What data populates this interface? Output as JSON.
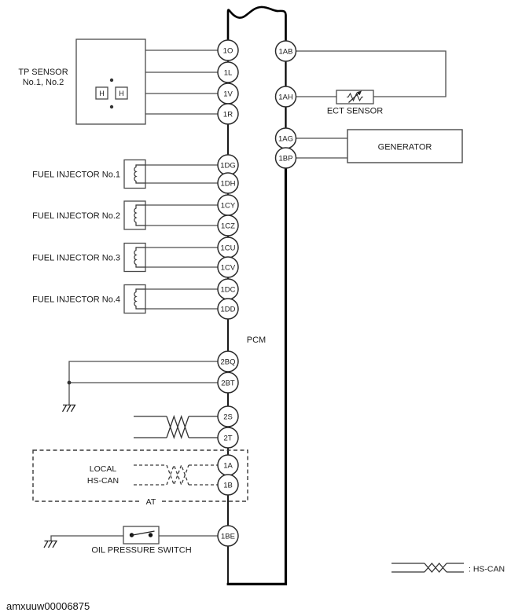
{
  "figure_id": "amxuuw00006875",
  "pcm_label": "PCM",
  "left_pins": [
    "1O",
    "1L",
    "1V",
    "1R",
    "1DG",
    "1DH",
    "1CY",
    "1CZ",
    "1CU",
    "1CV",
    "1DC",
    "1DD",
    "2BQ",
    "2BT",
    "2S",
    "2T",
    "1A",
    "1B",
    "1BE"
  ],
  "right_pins": [
    "1AB",
    "1AH",
    "1AG",
    "1BP"
  ],
  "components": {
    "tp_sensor": {
      "label_line1": "TP SENSOR",
      "label_line2": "No.1, No.2",
      "element": "H"
    },
    "fuel_injector_1": "FUEL INJECTOR No.1",
    "fuel_injector_2": "FUEL INJECTOR No.2",
    "fuel_injector_3": "FUEL INJECTOR No.3",
    "fuel_injector_4": "FUEL INJECTOR No.4",
    "ect_sensor": "ECT SENSOR",
    "generator": "GENERATOR",
    "local_hs_can": {
      "line1": "LOCAL",
      "line2": "HS-CAN",
      "transmission": "AT"
    },
    "oil_pressure_switch": "OIL PRESSURE SWITCH"
  },
  "legend": {
    "hs_can": ": HS-CAN"
  },
  "colors": {
    "background": "#ffffff",
    "bus": "#000000",
    "wire": "#4d4d4d",
    "text": "#1a1a1a"
  }
}
